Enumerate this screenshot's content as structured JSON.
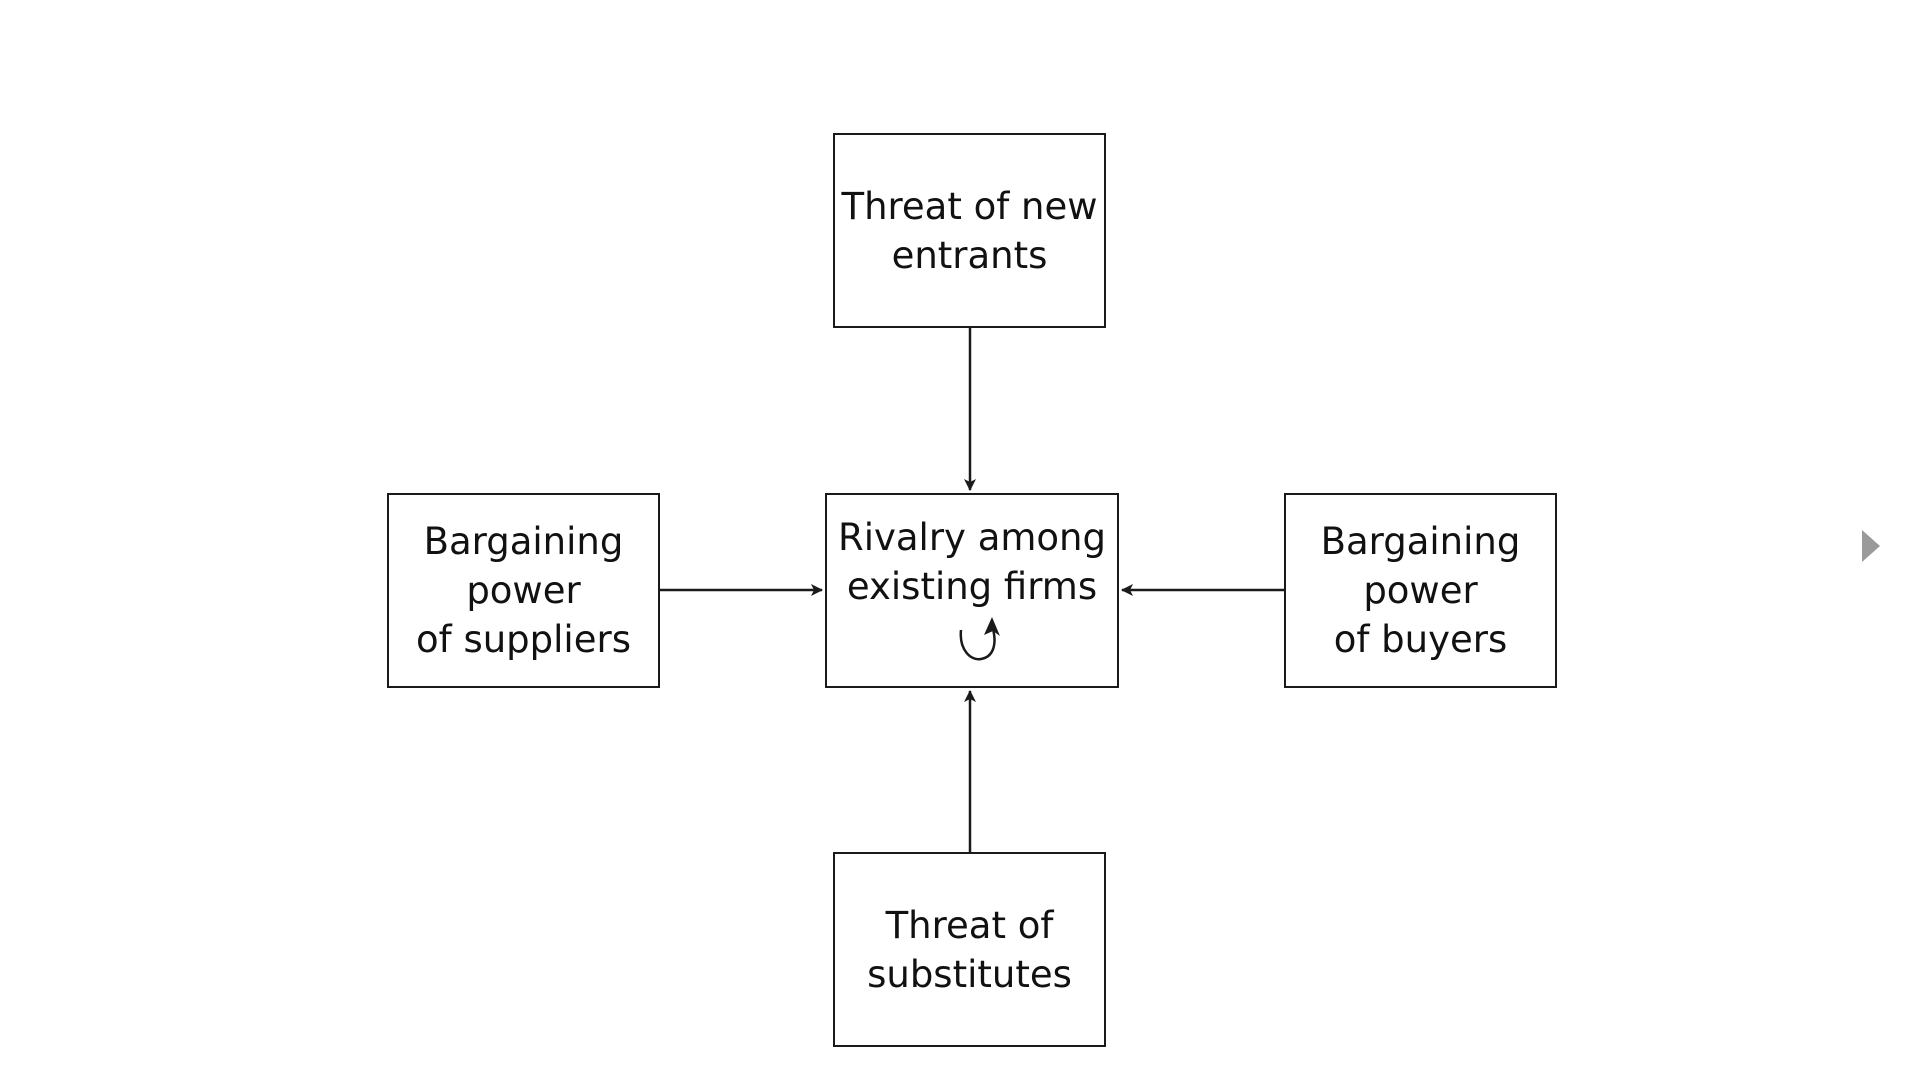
{
  "diagram": {
    "nodes": {
      "entrants": {
        "lines": [
          "Threat of new",
          "entrants"
        ]
      },
      "suppliers": {
        "lines": [
          "Bargaining",
          "power",
          "of suppliers"
        ]
      },
      "rivalry": {
        "lines": [
          "Rivalry among",
          "existing firms"
        ]
      },
      "buyers": {
        "lines": [
          "Bargaining",
          "power",
          "of buyers"
        ]
      },
      "substitutes": {
        "lines": [
          "Threat of",
          "substitutes"
        ]
      }
    },
    "edges": [
      {
        "from": "entrants",
        "to": "rivalry"
      },
      {
        "from": "suppliers",
        "to": "rivalry"
      },
      {
        "from": "buyers",
        "to": "rivalry"
      },
      {
        "from": "substitutes",
        "to": "rivalry"
      }
    ]
  },
  "navigation": {
    "next_icon": "triangle-right-icon",
    "next_color": "#9a9a9a"
  },
  "colors": {
    "stroke": "#1a1a1a",
    "text": "#111111",
    "background": "#ffffff"
  }
}
